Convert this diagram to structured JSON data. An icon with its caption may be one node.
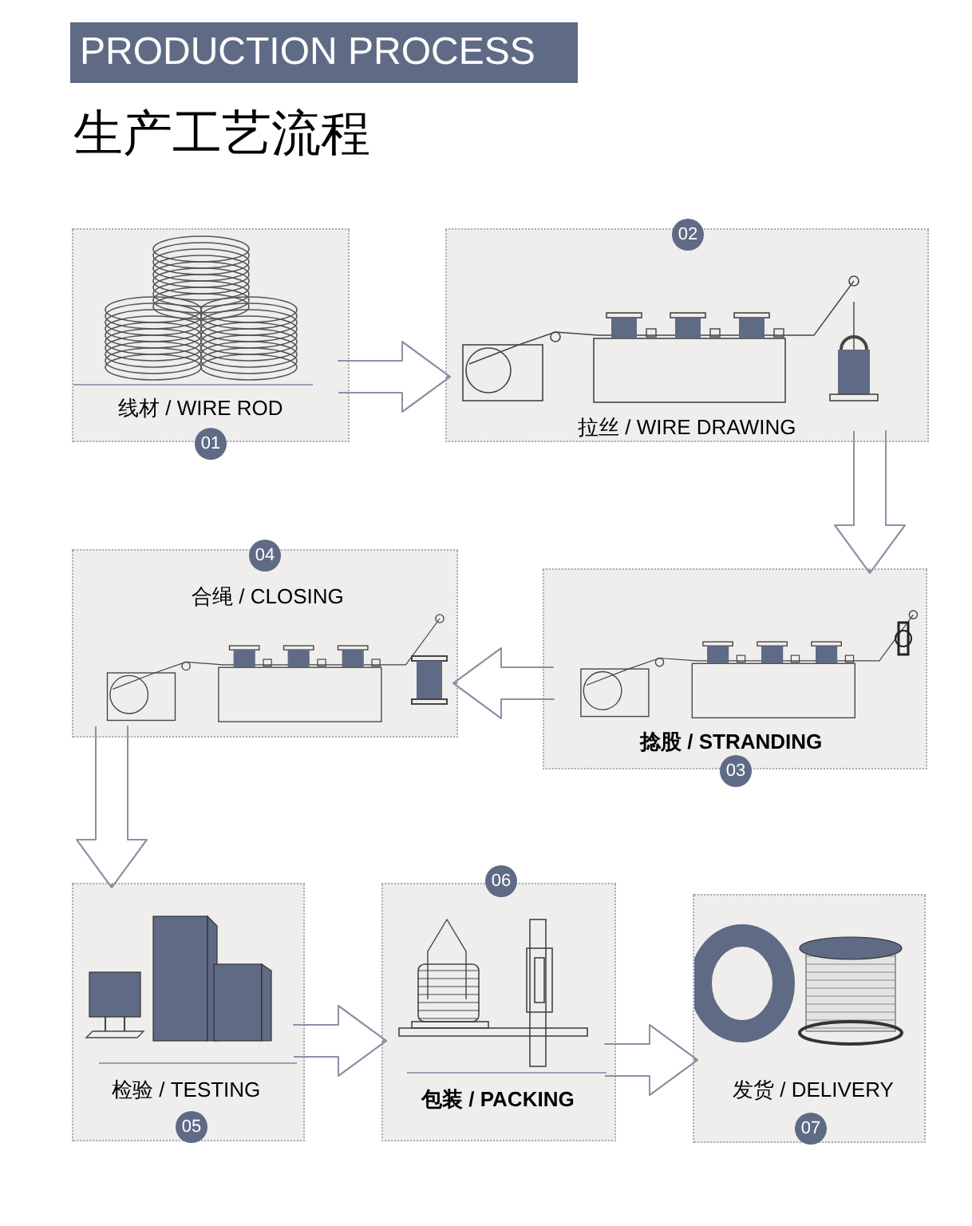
{
  "diagram": {
    "title": "PRODUCTION PROCESS",
    "nodes": [
      {
        "text": [
          "线材 / WIRE ROD",
          "01"
        ]
      },
      {
        "text": [
          "02",
          "拉丝 / WIRE DRAWING"
        ]
      },
      {
        "text": [
          "捻股 / STRANDING",
          "03"
        ]
      },
      {
        "text": [
          "04",
          "合绳 / CLOSING"
        ]
      },
      {
        "text": [
          "检验 / TESTING",
          "05"
        ]
      },
      {
        "text": [
          "06",
          "包装 / PACKING"
        ]
      },
      {
        "text": [
          "发货 / DELIVERY",
          "07"
        ]
      }
    ],
    "edges": [
      {
        "from": 0,
        "to": 1,
        "arrow": "to"
      },
      {
        "from": 1,
        "to": 2,
        "arrow": "to"
      },
      {
        "from": 2,
        "to": 3,
        "arrow": "to"
      },
      {
        "from": 3,
        "to": 4,
        "arrow": "to"
      },
      {
        "from": 4,
        "to": 5,
        "arrow": "to"
      },
      {
        "from": 5,
        "to": 6,
        "arrow": "to"
      }
    ],
    "labels": [
      "生产工艺流程"
    ]
  }
}
